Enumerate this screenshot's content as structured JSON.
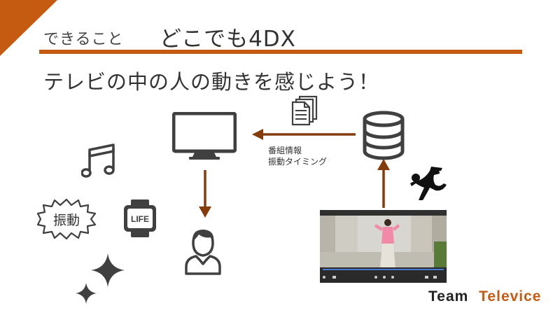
{
  "header": {
    "small_title": "できること",
    "big_title": "どこでも4DX",
    "accent_color": "#c55a11"
  },
  "subtitle": "テレビの中の人の動きを感じよう！",
  "diagram": {
    "info_label_line1": "番組情報",
    "info_label_line2": "振動タイミング",
    "vibration_label": "振動",
    "watch_text": "LIFE",
    "arrow_color": "#843c0c",
    "icon_color": "#404040"
  },
  "footer": {
    "team_word": "Team",
    "team_name": "Televice"
  }
}
